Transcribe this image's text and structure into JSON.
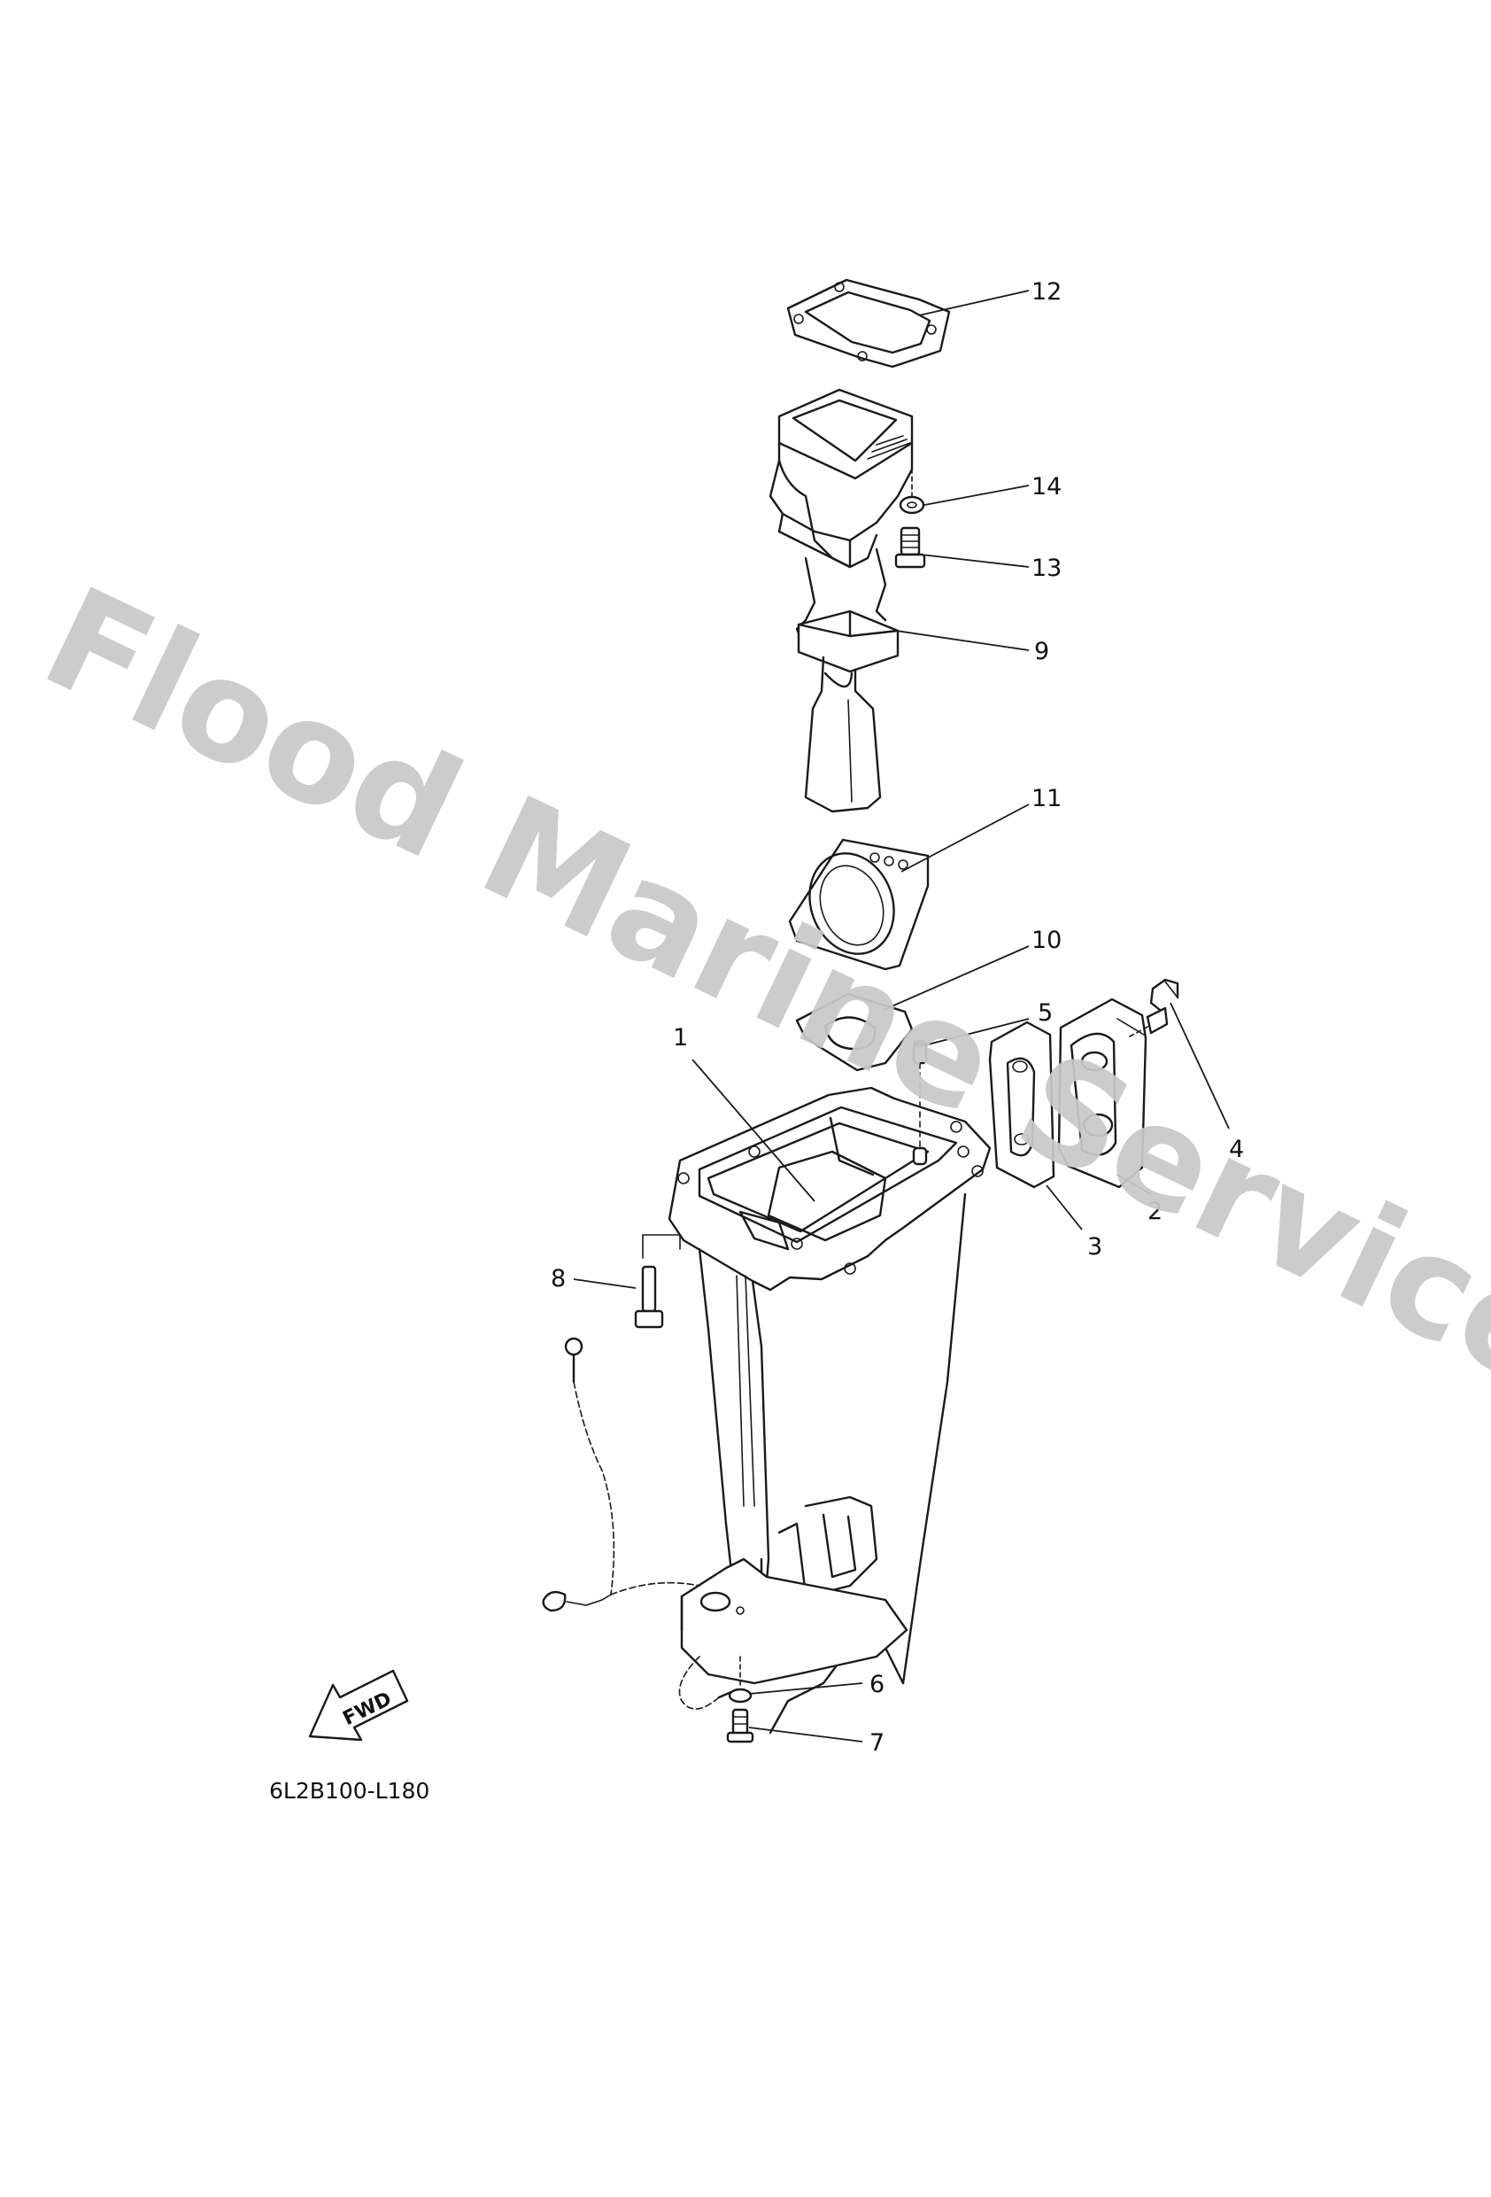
{
  "diagram_code": "6L2B100-L180",
  "watermark": "Flood Marine Services",
  "direction_label": "FWD",
  "callouts": [
    "1",
    "2",
    "3",
    "4",
    "5",
    "6",
    "7",
    "8",
    "9",
    "10",
    "11",
    "12",
    "13",
    "14"
  ]
}
